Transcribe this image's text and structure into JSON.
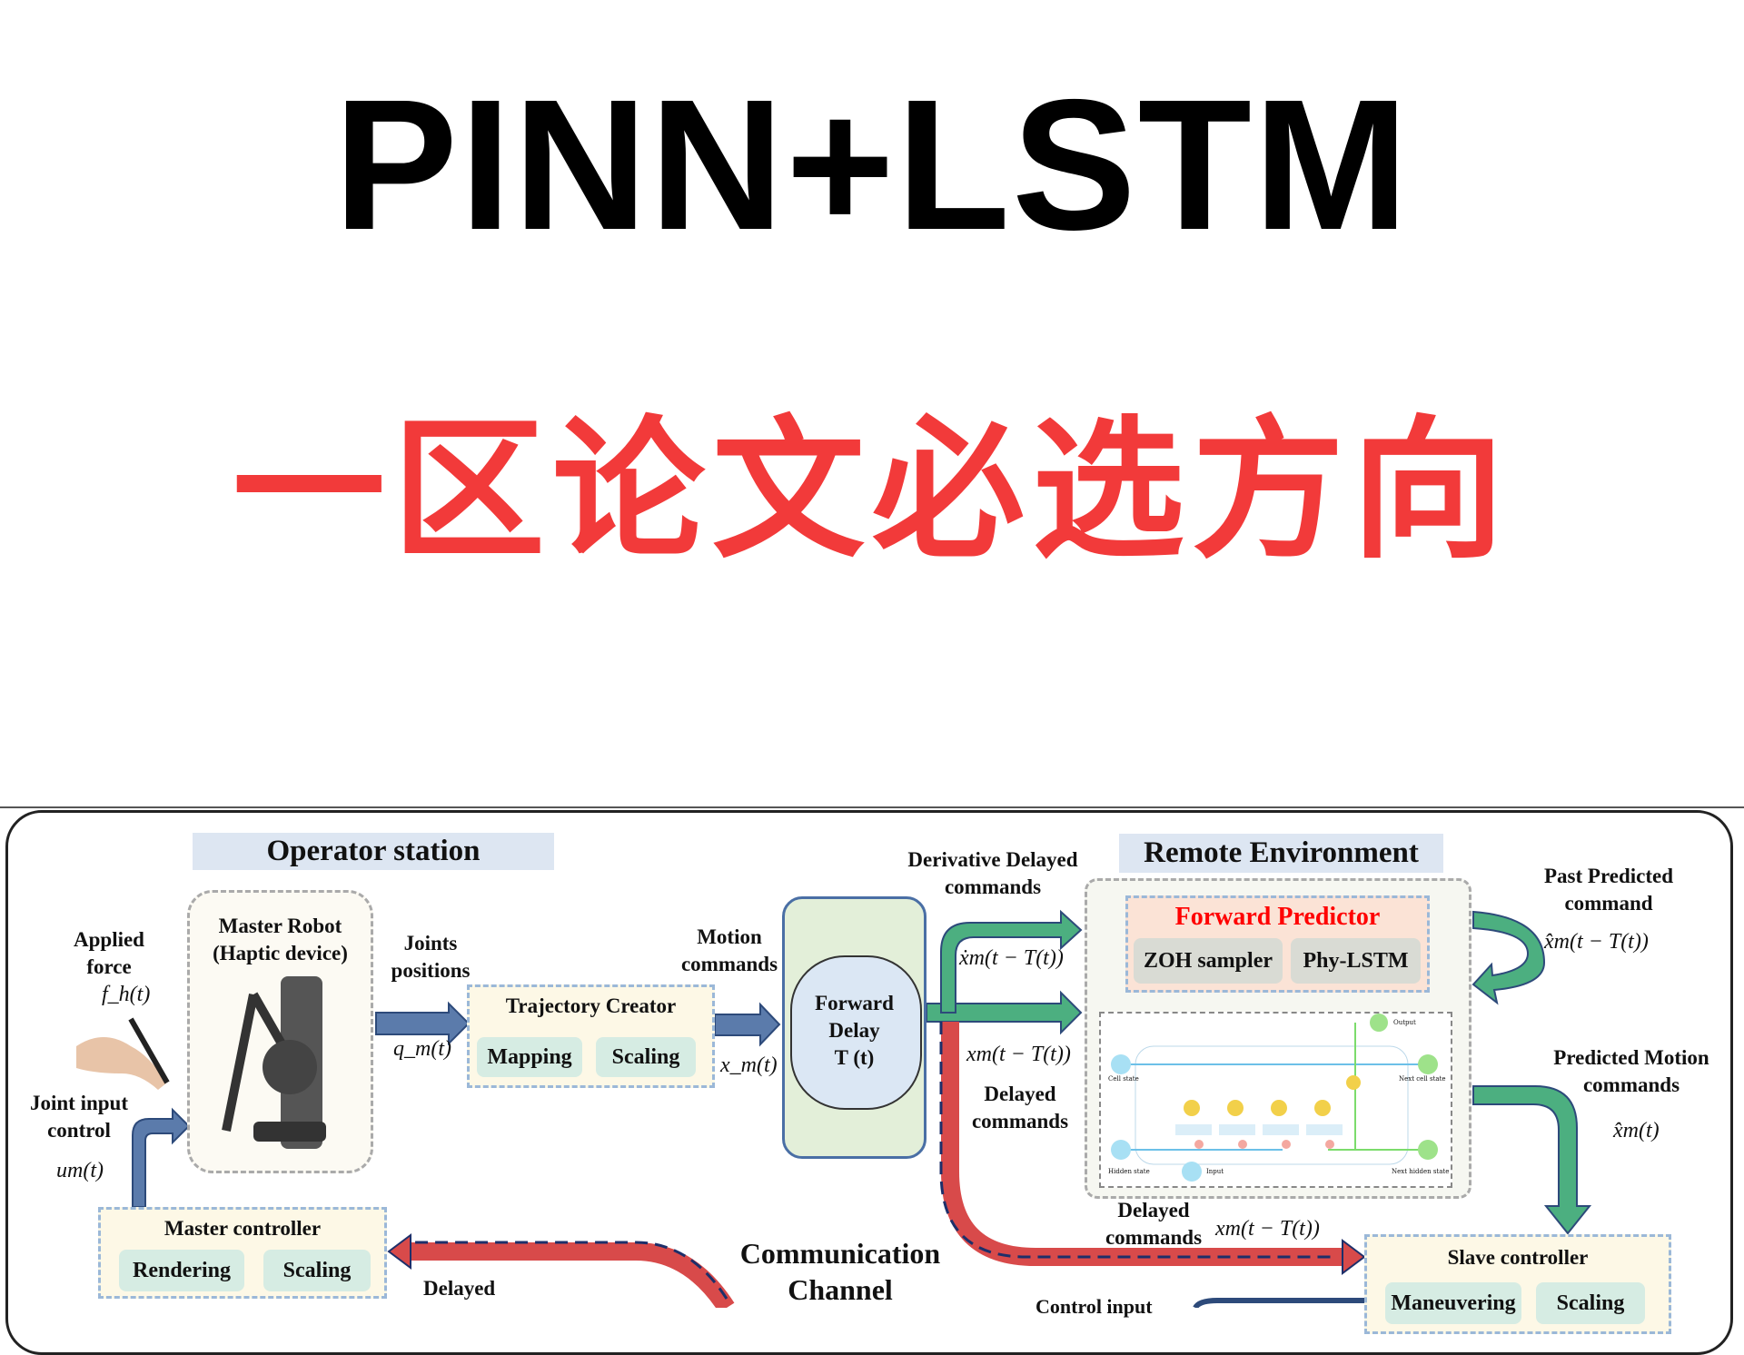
{
  "title": "PINN+LSTM",
  "subtitle": "一区论文必选方向",
  "diagram": {
    "operator_station": "Operator station",
    "remote_environment": "Remote Environment",
    "applied_force": [
      "Applied",
      "force"
    ],
    "applied_force_symbol": "f_h(t)",
    "master_robot": [
      "Master Robot",
      "(Haptic device)"
    ],
    "joints_positions": [
      "Joints",
      "positions"
    ],
    "q_symbol": "q_m(t)",
    "trajectory_creator": "Trajectory Creator",
    "mapping": "Mapping",
    "scaling": "Scaling",
    "motion_commands": [
      "Motion",
      "commands"
    ],
    "x_symbol": "x_m(t)",
    "forward_delay": [
      "Forward",
      "Delay",
      "T (t)"
    ],
    "derivative_delayed": [
      "Derivative Delayed",
      "commands"
    ],
    "xdot_symbol": "ẋm(t − T(t))",
    "x_delayed_symbol": "xm(t − T(t))",
    "delayed_commands": [
      "Delayed",
      "commands"
    ],
    "forward_predictor": "Forward Predictor",
    "zoh_sampler": "ZOH sampler",
    "phy_lstm": "Phy-LSTM",
    "past_predicted": [
      "Past Predicted",
      "command"
    ],
    "past_predicted_symbol": "x̂m(t − T(t))",
    "predicted_motion": [
      "Predicted Motion",
      "commands"
    ],
    "predicted_symbol": "x̂m(t)",
    "joint_input_control": [
      "Joint input",
      "control"
    ],
    "u_symbol": "um(t)",
    "master_controller": "Master controller",
    "rendering": "Rendering",
    "master_scaling": "Scaling",
    "delayed_bottom": "Delayed",
    "communication_channel": [
      "Communication",
      "Channel"
    ],
    "delayed_commands_bottom": [
      "Delayed",
      "commands"
    ],
    "x_delayed_bottom_symbol": "xm(t − T(t))",
    "slave_controller": "Slave controller",
    "maneuvering": "Maneuvering",
    "slave_scaling": "Scaling",
    "control_input": "Control input",
    "lstm_labels": {
      "cell_state": "Cell state",
      "next_cell_state": "Next cell state",
      "hidden_state": "Hidden state",
      "next_hidden_state": "Next hidden state",
      "input": "Input",
      "output": "Output"
    }
  }
}
